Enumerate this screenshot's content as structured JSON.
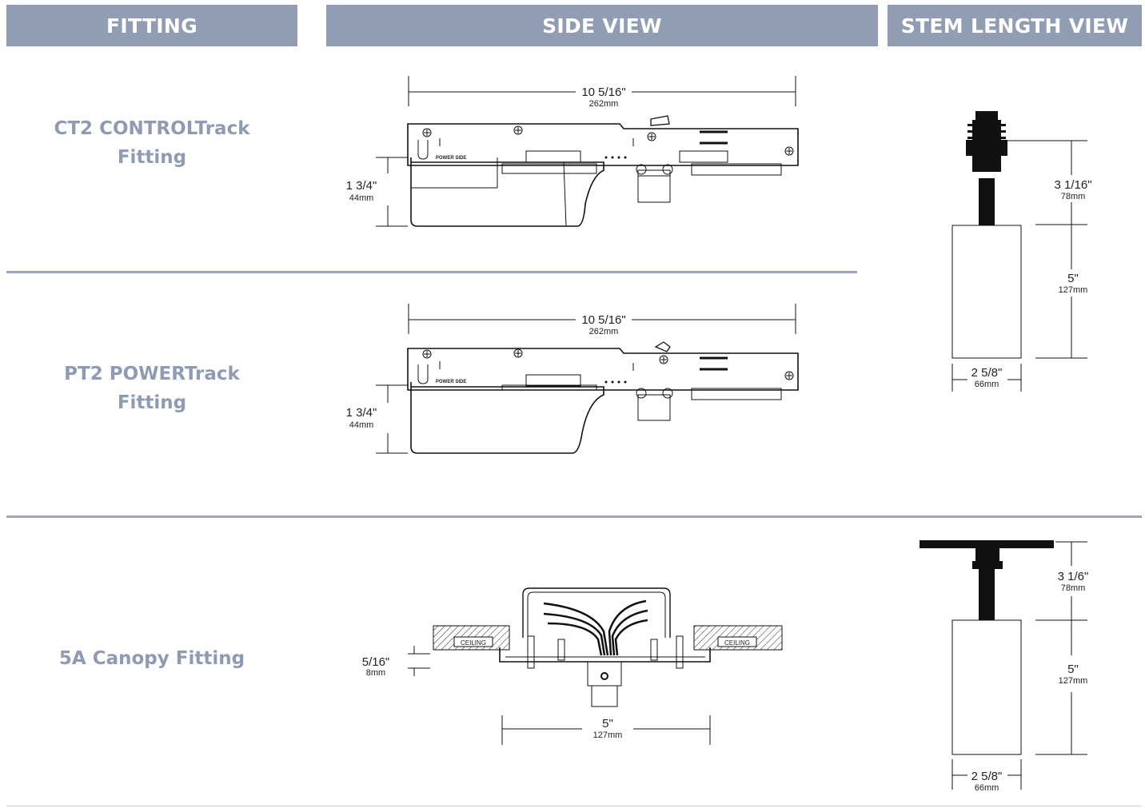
{
  "colors": {
    "header_bg": "#919db3",
    "label_text": "#8e9bb2",
    "divider": "#9aa6bb"
  },
  "headers": {
    "fitting": "FITTING",
    "side_view": "SIDE VIEW",
    "stem_length_view": "STEM LENGTH VIEW"
  },
  "rows": [
    {
      "label_line1": "CT2 CONTROLTrack",
      "label_line2": "Fitting",
      "width_in": "10 5/16\"",
      "width_mm": "262mm",
      "height_in": "1 3/4\"",
      "height_mm": "44mm",
      "power_side": "POWER SIDE"
    },
    {
      "label_line1": "PT2 POWERTrack",
      "label_line2": "Fitting",
      "width_in": "10 5/16\"",
      "width_mm": "262mm",
      "height_in": "1 3/4\"",
      "height_mm": "44mm",
      "power_side": "POWER SIDE"
    },
    {
      "label_line1": "5A Canopy Fitting",
      "thickness_in": "5/16\"",
      "thickness_mm": "8mm",
      "width_in": "5\"",
      "width_mm": "127mm",
      "ceiling_left": "CEILING",
      "ceiling_right": "CEILING"
    }
  ],
  "stem_views": [
    {
      "stem_in": "3 1/16\"",
      "stem_mm": "78mm",
      "body_in": "5\"",
      "body_mm": "127mm",
      "diameter_in": "2 5/8\"",
      "diameter_mm": "66mm"
    },
    {
      "stem_in": "3 1/6\"",
      "stem_mm": "78mm",
      "body_in": "5\"",
      "body_mm": "127mm",
      "diameter_in": "2 5/8\"",
      "diameter_mm": "66mm"
    }
  ]
}
